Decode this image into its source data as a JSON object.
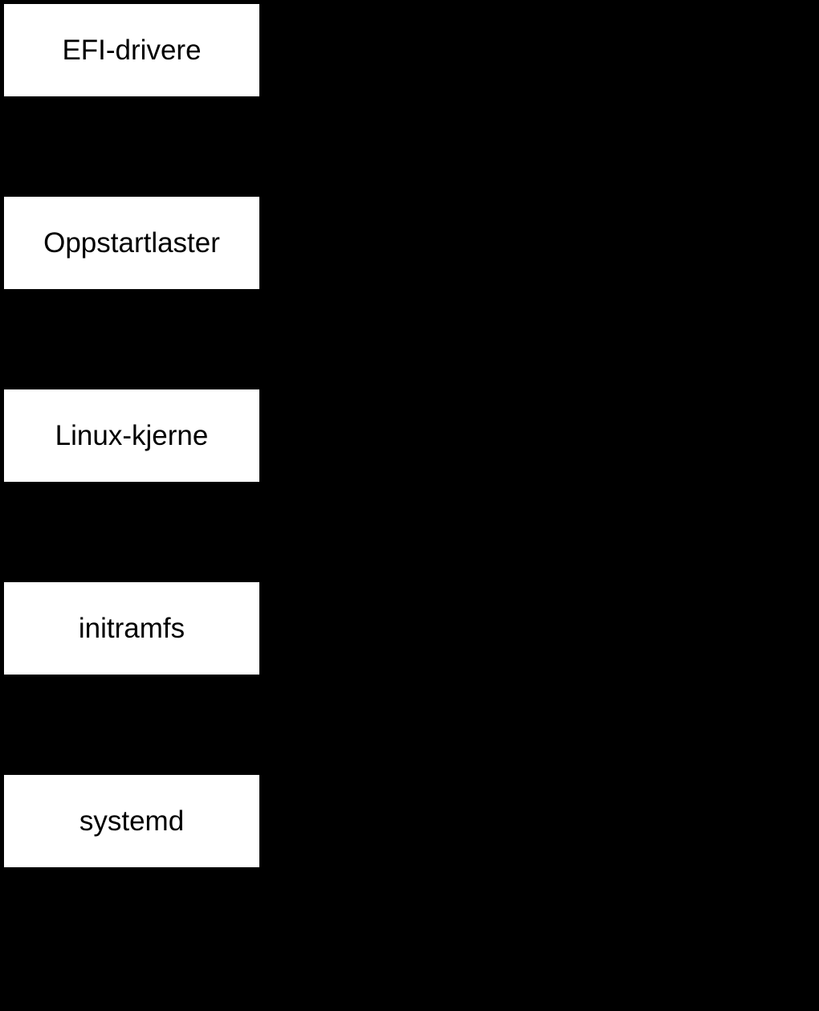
{
  "diagram": {
    "background_color": "#000000",
    "node_fill_color": "#ffffff",
    "node_text_color": "#000000",
    "nodes": [
      {
        "id": "efi-drivere",
        "label": "EFI-drivere"
      },
      {
        "id": "oppstartlaster",
        "label": "Oppstartlaster"
      },
      {
        "id": "linux-kjerne",
        "label": "Linux-kjerne"
      },
      {
        "id": "initramfs",
        "label": "initramfs"
      },
      {
        "id": "systemd",
        "label": "systemd"
      }
    ]
  }
}
